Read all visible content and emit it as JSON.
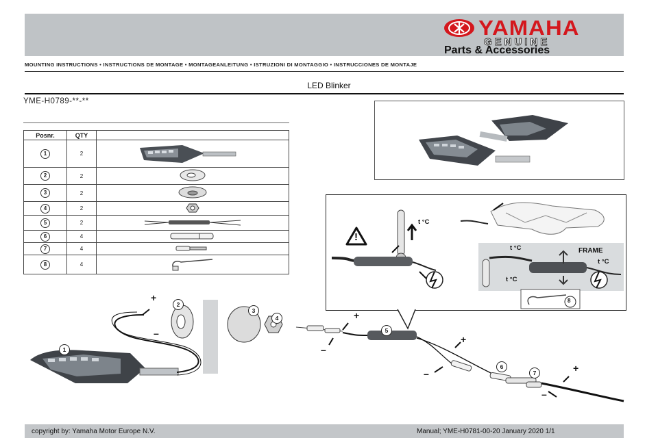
{
  "header": {
    "brand": "YAMAHA",
    "genuine": "GENUINE",
    "parts_accessories": "Parts & Accessories",
    "brand_color": "#d4171d",
    "band_color": "#bfc3c6"
  },
  "instructions_line": "MOUNTING INSTRUCTIONS • INSTRUCTIONS DE MONTAGE • MONTAGEANLEITUNG • ISTRUZIONI DI MONTAGGIO • INSTRUCCIONES DE MONTAJE",
  "doc_title": "LED Blinker",
  "part_number": "YME-H0789-**-**",
  "parts_table": {
    "headers": {
      "pos": "Posnr.",
      "qty": "QTY"
    },
    "rows": [
      {
        "pos": "1",
        "qty": "2",
        "part": "led-blinker"
      },
      {
        "pos": "2",
        "qty": "2",
        "part": "rubber-washer"
      },
      {
        "pos": "3",
        "qty": "2",
        "part": "rubber-spacer"
      },
      {
        "pos": "4",
        "qty": "2",
        "part": "nut"
      },
      {
        "pos": "5",
        "qty": "2",
        "part": "resistor-harness"
      },
      {
        "pos": "6",
        "qty": "4",
        "part": "connector-sleeve"
      },
      {
        "pos": "7",
        "qty": "4",
        "part": "connector"
      },
      {
        "pos": "8",
        "qty": "4",
        "part": "cable-tie"
      }
    ]
  },
  "detail": {
    "temp_label_1": "t °C",
    "temp_label_2": "t °C",
    "temp_label_3": "t °C",
    "temp_label_4": "t °C",
    "frame_label": "FRAME",
    "warning_symbol": "!",
    "callout_8": "8"
  },
  "diagram": {
    "plus": "+",
    "minus": "–",
    "callouts": [
      "1",
      "2",
      "3",
      "4",
      "5",
      "6",
      "7"
    ]
  },
  "footer": {
    "copyright": "copyright by: Yamaha Motor Europe N.V.",
    "manual": "Manual; YME-H0781-00-20 January 2020 1/1"
  }
}
